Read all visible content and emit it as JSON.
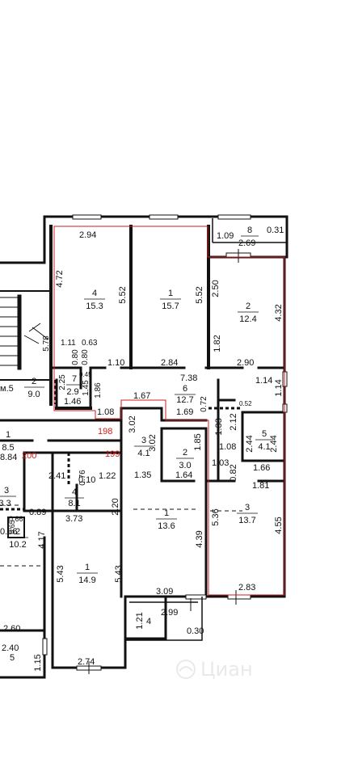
{
  "watermark": "Циан",
  "stair_label": "м.5",
  "zones": [
    {
      "id": "198",
      "color": "#d21c1c"
    },
    {
      "id": "199",
      "color": "#d21c1c"
    },
    {
      "id": "200",
      "color": "#d21c1c"
    }
  ],
  "rooms": [
    {
      "id": "r4-153",
      "num": "4",
      "area": "15.3"
    },
    {
      "id": "r1-157",
      "num": "1",
      "area": "15.7"
    },
    {
      "id": "r2-124",
      "num": "2",
      "area": "12.4"
    },
    {
      "id": "r8",
      "num": "8",
      "area": ""
    },
    {
      "id": "r2-90",
      "num": "2",
      "area": "9.0"
    },
    {
      "id": "r7-29",
      "num": "7",
      "area": "2.9"
    },
    {
      "id": "r6-127",
      "num": "6",
      "area": "12.7"
    },
    {
      "id": "r5-41",
      "num": "5",
      "area": "4.1"
    },
    {
      "id": "r3-41",
      "num": "3",
      "area": "4.1"
    },
    {
      "id": "r2-30",
      "num": "2",
      "area": "3.0"
    },
    {
      "id": "r1-85",
      "num": "1",
      "area": "8.5"
    },
    {
      "id": "r3-33",
      "num": "3",
      "area": "3.3"
    },
    {
      "id": "r4-81",
      "num": "4",
      "area": "8.1"
    },
    {
      "id": "r1-136",
      "num": "1",
      "area": "13.6"
    },
    {
      "id": "r3-137",
      "num": "3",
      "area": "13.7"
    },
    {
      "id": "r2-102",
      "num": "2",
      "area": "10.2"
    },
    {
      "id": "r1-149",
      "num": "1",
      "area": "14.9"
    },
    {
      "id": "r4-bottom",
      "num": "4",
      "area": ""
    },
    {
      "id": "r5-bottom",
      "num": "5",
      "area": ""
    }
  ],
  "dimensions": {
    "d01": "2.94",
    "d02": "4.72",
    "d03": "5.52",
    "d04": "5.52",
    "d05": "1.09",
    "d06": "2.69",
    "d07": "0.31",
    "d08": "2.50",
    "d09": "4.32",
    "d10": "5.78",
    "d11": "1.11",
    "d12": "0.63",
    "d13": "0.80",
    "d14": "0.80",
    "d15": "1.10",
    "d16": "2.84",
    "d17": "1.82",
    "d18": "2.90",
    "d19": "2.25",
    "d20": "0.45",
    "d21": "1.45",
    "d22": "1.86",
    "d23": "1.46",
    "d24": "7.38",
    "d25": "1.67",
    "d26": "0.72",
    "d27": "1.14",
    "d28": "0.52",
    "d29": "1.14",
    "d30": "1.08",
    "d31": "1.69",
    "d32": "3.02",
    "d33": "3.02",
    "d34": "1.33",
    "d35": "2.12",
    "d36": "2.44",
    "d37": "2.44",
    "d38": "1.85",
    "d39": "1.08",
    "d40": "1.03",
    "d41": "0.82",
    "d42": "1.66",
    "d43": "1.81",
    "d44": "8.84",
    "d45": "2.41",
    "d46": "0.76",
    "d47": "0.10",
    "d48": "1.22",
    "d49": "1.35",
    "d50": "1.64",
    "d51": "2.20",
    "d52": "3.73",
    "d53": "0.65",
    "d54": "0.89",
    "d55": "0.66",
    "d56": "0.66",
    "d57": "5.36",
    "d58": "4.55",
    "d59": "4.39",
    "d60": "4.17",
    "d61": "5.43",
    "d62": "5.43",
    "d63": "3.09",
    "d64": "2.83",
    "d65": "1.21",
    "d66": "2.99",
    "d67": "0.30",
    "d68": "2.60",
    "d69": "2.40",
    "d70": "1.15",
    "d71": "2.74"
  }
}
